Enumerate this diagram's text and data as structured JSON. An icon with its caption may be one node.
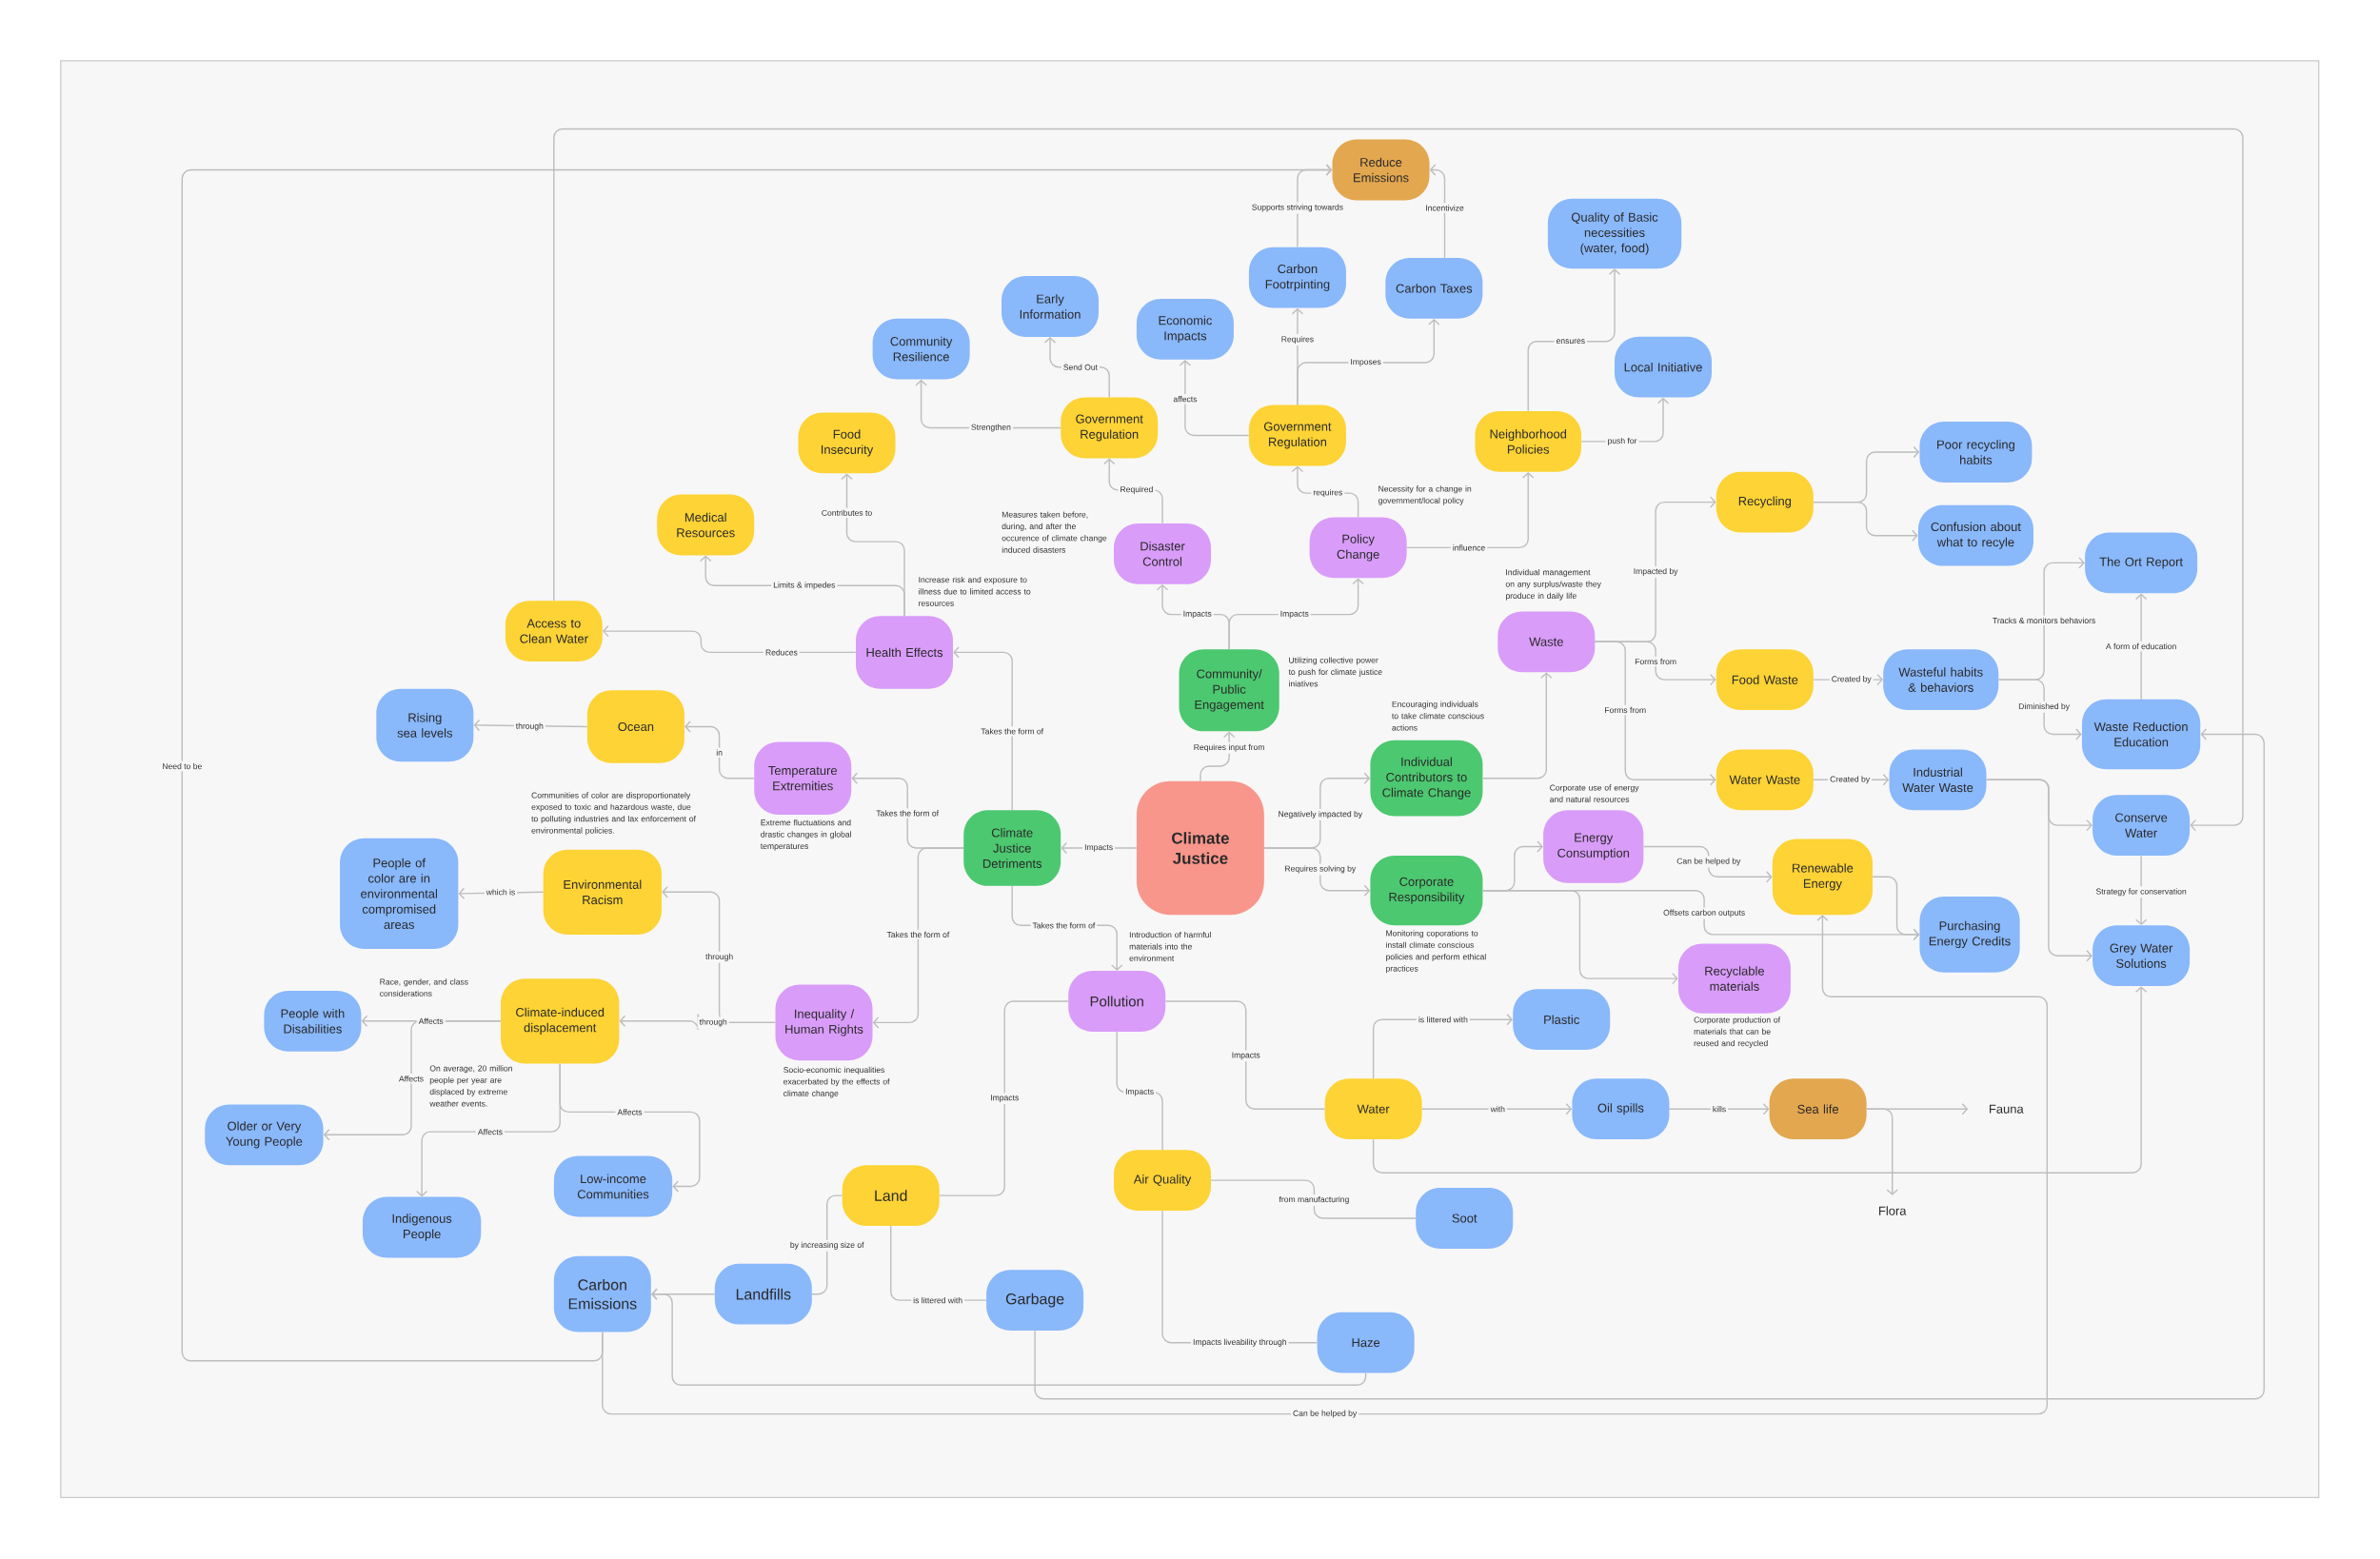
{
  "diagram": {
    "nodes": [
      {
        "text": [
          "Climate Justice"
        ]
      },
      {
        "text": [
          "Climate Justice Detriments"
        ]
      },
      {
        "text": [
          "Community/ Public Engagement"
        ],
        "beside": [
          "Utilizing collective power to push for climate justice iniatives"
        ]
      },
      {
        "text": [
          "Individual Contributors to Climate Change"
        ],
        "beside": [
          "Encouraging individuals to take climate conscious actions"
        ]
      },
      {
        "text": [
          "Corporate Responsibility"
        ],
        "beside": [
          "Monitoring coporations to install climate conscious policies and perform ethical practices"
        ]
      },
      {
        "text": [
          "Health Effects"
        ],
        "beside": [
          "Increase risk and exposure to illness due to limited access to resources"
        ]
      },
      {
        "text": [
          "Temperature Extremities"
        ],
        "beside": [
          "Extreme fluctuations and drastic changes in global temperatures"
        ]
      },
      {
        "text": [
          "Inequality / Human Rights"
        ],
        "beside": [
          "Socio-economic inequalities exacerbated by the effects of climate change"
        ]
      },
      {
        "text": [
          "Pollution"
        ],
        "beside": [
          "Introduction of harmful materials into the environment"
        ]
      },
      {
        "text": [
          "Disaster Control"
        ],
        "beside": [
          "Measures taken before, during, and after the occurence of climate change induced disasters"
        ]
      },
      {
        "text": [
          "Policy Change"
        ],
        "beside": [
          "Necessity for a change in government/local policy"
        ]
      },
      {
        "text": [
          "Waste"
        ],
        "beside": [
          "Individual management on any surplus/waste they produce in daily life"
        ]
      },
      {
        "text": [
          "Energy Consumption"
        ],
        "beside": [
          "Corporate use of energy and natural resources"
        ]
      },
      {
        "text": [
          "Recyclable materials"
        ],
        "beside": [
          "Corporate production of materials that can be reused and recycled"
        ]
      },
      {
        "text": [
          "Government Regulation"
        ]
      },
      {
        "text": [
          "Government Regulation"
        ]
      },
      {
        "text": [
          "Neighborhood Policies"
        ]
      },
      {
        "text": [
          "Food Insecurity"
        ]
      },
      {
        "text": [
          "Medical Resources"
        ]
      },
      {
        "text": [
          "Access to Clean Water"
        ]
      },
      {
        "text": [
          "Ocean"
        ]
      },
      {
        "text": [
          "Environmental Racism"
        ],
        "beside": [
          "Communities of color are disproportionately exposed to toxic and hazardous waste, due to polluting industries and lax enforcement of environmental policies."
        ]
      },
      {
        "text": [
          "Climate-induced displacement"
        ],
        "beside": [
          "On average, 20 million people per year are displaced by extreme weather events."
        ]
      },
      {
        "text": [
          "Recycling"
        ]
      },
      {
        "text": [
          "Food Waste"
        ]
      },
      {
        "text": [
          "Water Waste"
        ]
      },
      {
        "text": [
          "Renewable Energy"
        ]
      },
      {
        "text": [
          "Water"
        ]
      },
      {
        "text": [
          "Air Quality"
        ]
      },
      {
        "text": [
          "Land"
        ]
      },
      {
        "text": [
          "Reduce Emissions"
        ]
      },
      {
        "text": [
          "Sea life"
        ]
      },
      {
        "text": [
          "Community Resilience"
        ]
      },
      {
        "text": [
          "Early Information"
        ]
      },
      {
        "text": [
          "Economic Impacts"
        ]
      },
      {
        "text": [
          "Carbon Footrpinting"
        ]
      },
      {
        "text": [
          "Carbon Taxes"
        ]
      },
      {
        "text": [
          "Quality of Basic necessities (water, food)"
        ]
      },
      {
        "text": [
          "Local Initiative"
        ]
      },
      {
        "text": [
          "Poor recycling habits"
        ]
      },
      {
        "text": [
          "Confusion about what to recyle"
        ]
      },
      {
        "text": [
          "The Ort Report"
        ]
      },
      {
        "text": [
          "Wasteful habits & behaviors"
        ]
      },
      {
        "text": [
          "Waste Reduction Education"
        ]
      },
      {
        "text": [
          "Industrial Water Waste"
        ]
      },
      {
        "text": [
          "Conserve Water"
        ]
      },
      {
        "text": [
          "Purchasing Energy Credits"
        ]
      },
      {
        "text": [
          "Grey Water Solutions"
        ]
      },
      {
        "text": [
          "Rising sea levels"
        ]
      },
      {
        "text": [
          "People of color are in environmental compromised areas"
        ]
      },
      {
        "text": [
          "People with Disabilities"
        ]
      },
      {
        "text": [
          "Older or Very Young People"
        ]
      },
      {
        "text": [
          "Low-income Communities"
        ]
      },
      {
        "text": [
          "Indigenous People"
        ]
      },
      {
        "text": [
          "Carbon Emissions"
        ]
      },
      {
        "text": [
          "Landfills"
        ]
      },
      {
        "text": [
          "Garbage"
        ]
      },
      {
        "text": [
          "Plastic"
        ]
      },
      {
        "text": [
          "Oil spills"
        ]
      },
      {
        "text": [
          "Soot"
        ]
      },
      {
        "text": [
          "Haze"
        ]
      },
      {
        "text": [
          "Fauna"
        ]
      },
      {
        "text": [
          "Flora"
        ]
      }
    ],
    "edges": [
      {
        "from": 0,
        "to": 1,
        "arrow": "to",
        "label": "Impacts"
      },
      {
        "from": 0,
        "to": 2,
        "arrow": "to",
        "label": "Requires input from"
      },
      {
        "from": 0,
        "to": 3,
        "arrow": "to",
        "label": "Negatively impacted by"
      },
      {
        "from": 0,
        "to": 4,
        "arrow": "to",
        "label": "Requires solving by"
      },
      {
        "from": 1,
        "to": 5,
        "arrow": "to",
        "label": "Takes the form of"
      },
      {
        "from": 1,
        "to": 6,
        "arrow": "to",
        "label": "Takes the form of"
      },
      {
        "from": 1,
        "to": 7,
        "arrow": "to",
        "label": "Takes the form of"
      },
      {
        "from": 1,
        "to": 8,
        "arrow": "to",
        "label": "Takes the form of"
      },
      {
        "from": 2,
        "to": 9,
        "arrow": "to",
        "label": "Impacts"
      },
      {
        "from": 2,
        "to": 10,
        "arrow": "to",
        "label": "Impacts"
      },
      {
        "from": 9,
        "to": 14,
        "arrow": "to",
        "label": "Required"
      },
      {
        "from": 10,
        "to": 15,
        "arrow": "to",
        "label": "requires"
      },
      {
        "from": 10,
        "to": 16,
        "arrow": "to",
        "label": "influence"
      },
      {
        "from": 14,
        "to": 33,
        "arrow": "to",
        "label": "Send Out"
      },
      {
        "from": 14,
        "to": 32,
        "arrow": "to",
        "label": "Strengthen"
      },
      {
        "from": 15,
        "to": 34,
        "arrow": "to",
        "label": "affects"
      },
      {
        "from": 15,
        "to": 35,
        "arrow": "to",
        "label": "Requires"
      },
      {
        "from": 15,
        "to": 36,
        "arrow": "to",
        "label": "Imposes"
      },
      {
        "from": 35,
        "to": 30,
        "arrow": "to",
        "label": "Supports striving towards"
      },
      {
        "from": 36,
        "to": 30,
        "arrow": "to",
        "label": "Incentivize"
      },
      {
        "from": 16,
        "to": 37,
        "arrow": "to",
        "label": "ensures"
      },
      {
        "from": 16,
        "to": 38,
        "arrow": "to",
        "label": "push for"
      },
      {
        "from": 3,
        "to": 11,
        "arrow": "to"
      },
      {
        "from": 11,
        "to": 23,
        "arrow": "to",
        "label": "Impacted by"
      },
      {
        "from": 11,
        "to": 24,
        "arrow": "to",
        "label": "Forms from"
      },
      {
        "from": 11,
        "to": 25,
        "arrow": "to",
        "label": "Forms from"
      },
      {
        "from": 23,
        "to": 39,
        "arrow": "to"
      },
      {
        "from": 23,
        "to": 40,
        "arrow": "to"
      },
      {
        "from": 24,
        "to": 42,
        "arrow": "to",
        "label": "Created by"
      },
      {
        "from": 42,
        "to": 41,
        "arrow": "to",
        "label": "Tracks & monitors behaviors"
      },
      {
        "from": 42,
        "to": 43,
        "arrow": "to",
        "label": "Diminished by"
      },
      {
        "from": 43,
        "to": 41,
        "arrow": "to",
        "label": "A form of education"
      },
      {
        "from": 25,
        "to": 44,
        "arrow": "to",
        "label": "Created by"
      },
      {
        "from": 44,
        "to": 45,
        "arrow": "to"
      },
      {
        "from": 44,
        "to": 47,
        "arrow": "to"
      },
      {
        "from": 45,
        "to": 47,
        "arrow": "to",
        "label": "Strategy for conservation"
      },
      {
        "from": 19,
        "to": 45,
        "arrow": "to"
      },
      {
        "from": 54,
        "to": 30,
        "arrow": "to",
        "label": "Need to be"
      },
      {
        "from": 4,
        "to": 12,
        "arrow": "to"
      },
      {
        "from": 4,
        "to": 13,
        "arrow": "to"
      },
      {
        "from": 4,
        "to": 46,
        "arrow": "to",
        "label": "Offsets carbon outputs"
      },
      {
        "from": 12,
        "to": 26,
        "arrow": "to",
        "label": "Can be helped by"
      },
      {
        "from": 26,
        "to": 46,
        "arrow": "to"
      },
      {
        "from": 5,
        "to": 17,
        "arrow": "to",
        "label": "Contributes to"
      },
      {
        "from": 5,
        "to": 18,
        "arrow": "to",
        "label": "Limits & impedes"
      },
      {
        "from": 5,
        "to": 19,
        "arrow": "to",
        "label": "Reduces"
      },
      {
        "from": 6,
        "to": 20,
        "arrow": "to",
        "label": "in"
      },
      {
        "from": 20,
        "to": 48,
        "arrow": "to",
        "label": "through"
      },
      {
        "from": 7,
        "to": 21,
        "arrow": "to",
        "label": "through"
      },
      {
        "from": 7,
        "to": 22,
        "arrow": "to",
        "label": "through"
      },
      {
        "from": 21,
        "to": 49,
        "arrow": "to",
        "label": "which is"
      },
      {
        "from": 22,
        "to": 50,
        "arrow": "to",
        "label": "Affects"
      },
      {
        "from": 22,
        "to": 51,
        "arrow": "to",
        "label": "Affects"
      },
      {
        "from": 22,
        "to": 53,
        "arrow": "to",
        "label": "Affects"
      },
      {
        "from": 22,
        "to": 52,
        "arrow": "to",
        "label": "Affects"
      },
      {
        "from": 8,
        "to": 29,
        "arrow": "none",
        "label": "Impacts"
      },
      {
        "from": 8,
        "to": 27,
        "arrow": "none",
        "label": "Impacts"
      },
      {
        "from": 8,
        "to": 28,
        "arrow": "none",
        "label": "Impacts"
      },
      {
        "from": 29,
        "to": 56,
        "arrow": "none",
        "label": "is littered with"
      },
      {
        "from": 29,
        "to": 55,
        "arrow": "none",
        "label": "by increasing size of"
      },
      {
        "from": 55,
        "to": 54,
        "arrow": "to"
      },
      {
        "from": 28,
        "to": 59,
        "arrow": "none",
        "label": "from manufacturing"
      },
      {
        "from": 28,
        "to": 60,
        "arrow": "none",
        "label": "Impacts liveability through"
      },
      {
        "from": 27,
        "to": 57,
        "arrow": "to",
        "label": "is littered with"
      },
      {
        "from": 27,
        "to": 58,
        "arrow": "to",
        "label": "with"
      },
      {
        "from": 58,
        "to": 31,
        "arrow": "to",
        "label": "kills"
      },
      {
        "from": 31,
        "to": 61,
        "arrow": "to"
      },
      {
        "from": 31,
        "to": 62,
        "arrow": "to"
      },
      {
        "from": 27,
        "to": 47,
        "arrow": "to"
      },
      {
        "from": 60,
        "to": 54,
        "arrow": "to"
      },
      {
        "from": 56,
        "to": 43,
        "arrow": "to"
      },
      {
        "from": 54,
        "to": 26,
        "arrow": "to",
        "label": "Can be helped by"
      }
    ],
    "labels": [
      "Race, gender, and class considerations"
    ]
  }
}
